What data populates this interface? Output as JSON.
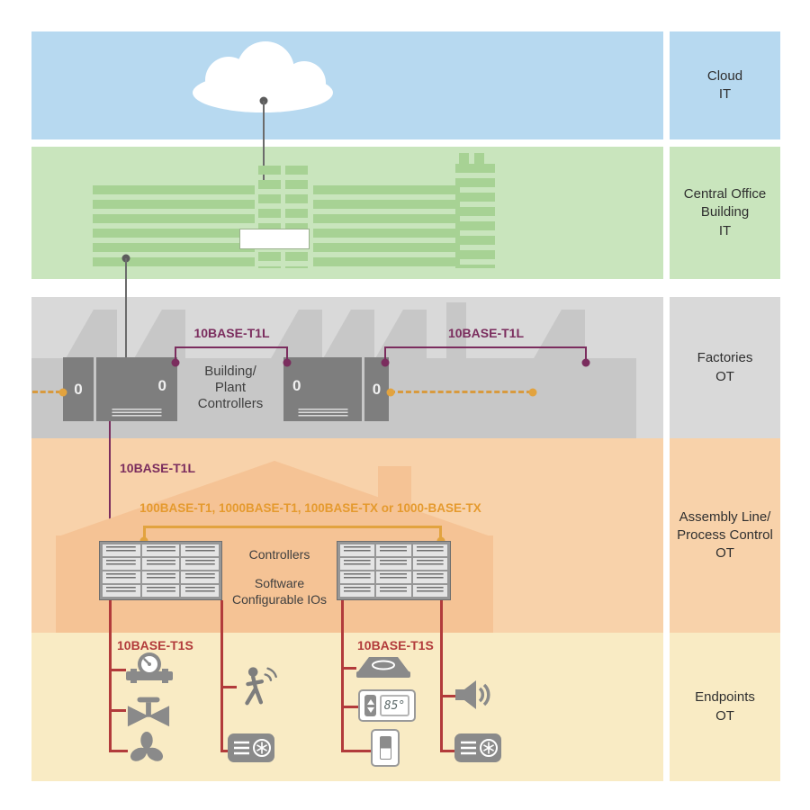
{
  "side_labels": {
    "cloud": [
      "Cloud",
      "IT"
    ],
    "office": [
      "Central Office",
      "Building",
      "IT"
    ],
    "factories": [
      "Factories",
      "OT"
    ],
    "assembly": [
      "Assembly Line/",
      "Process Control",
      "OT"
    ],
    "endpoints": [
      "Endpoints",
      "OT"
    ]
  },
  "network_labels": {
    "t1l_factory_left": "10BASE-T1L",
    "t1l_factory_right": "10BASE-T1L",
    "t1l_assembly_drop": "10BASE-T1L",
    "fieldbus": "100BASE-T1, 1000BASE-T1, 100BASE-TX or 1000-BASE-TX",
    "t1s_left": "10BASE-T1S",
    "t1s_right": "10BASE-T1S"
  },
  "factory_controllers": {
    "label_lines": [
      "Building/",
      "Plant",
      "Controllers"
    ],
    "indicator": "0"
  },
  "assembly_controllers": {
    "title": "Controllers",
    "sub_lines": [
      "Software",
      "Configurable IOs"
    ]
  },
  "endpoints": {
    "thermostat_display": "85°"
  },
  "colors": {
    "t1l_line": "#7b2d5e",
    "t1s_line": "#b23b3b",
    "fieldbus_line": "#e2a33f",
    "backbone_line": "#6b6b6b",
    "band_cloud": "#b7d9f0",
    "band_office": "#c9e5bd",
    "band_factories": "#d9d9d9",
    "band_assembly": "#f8d2aa",
    "band_endpoints": "#f9ebc4"
  }
}
